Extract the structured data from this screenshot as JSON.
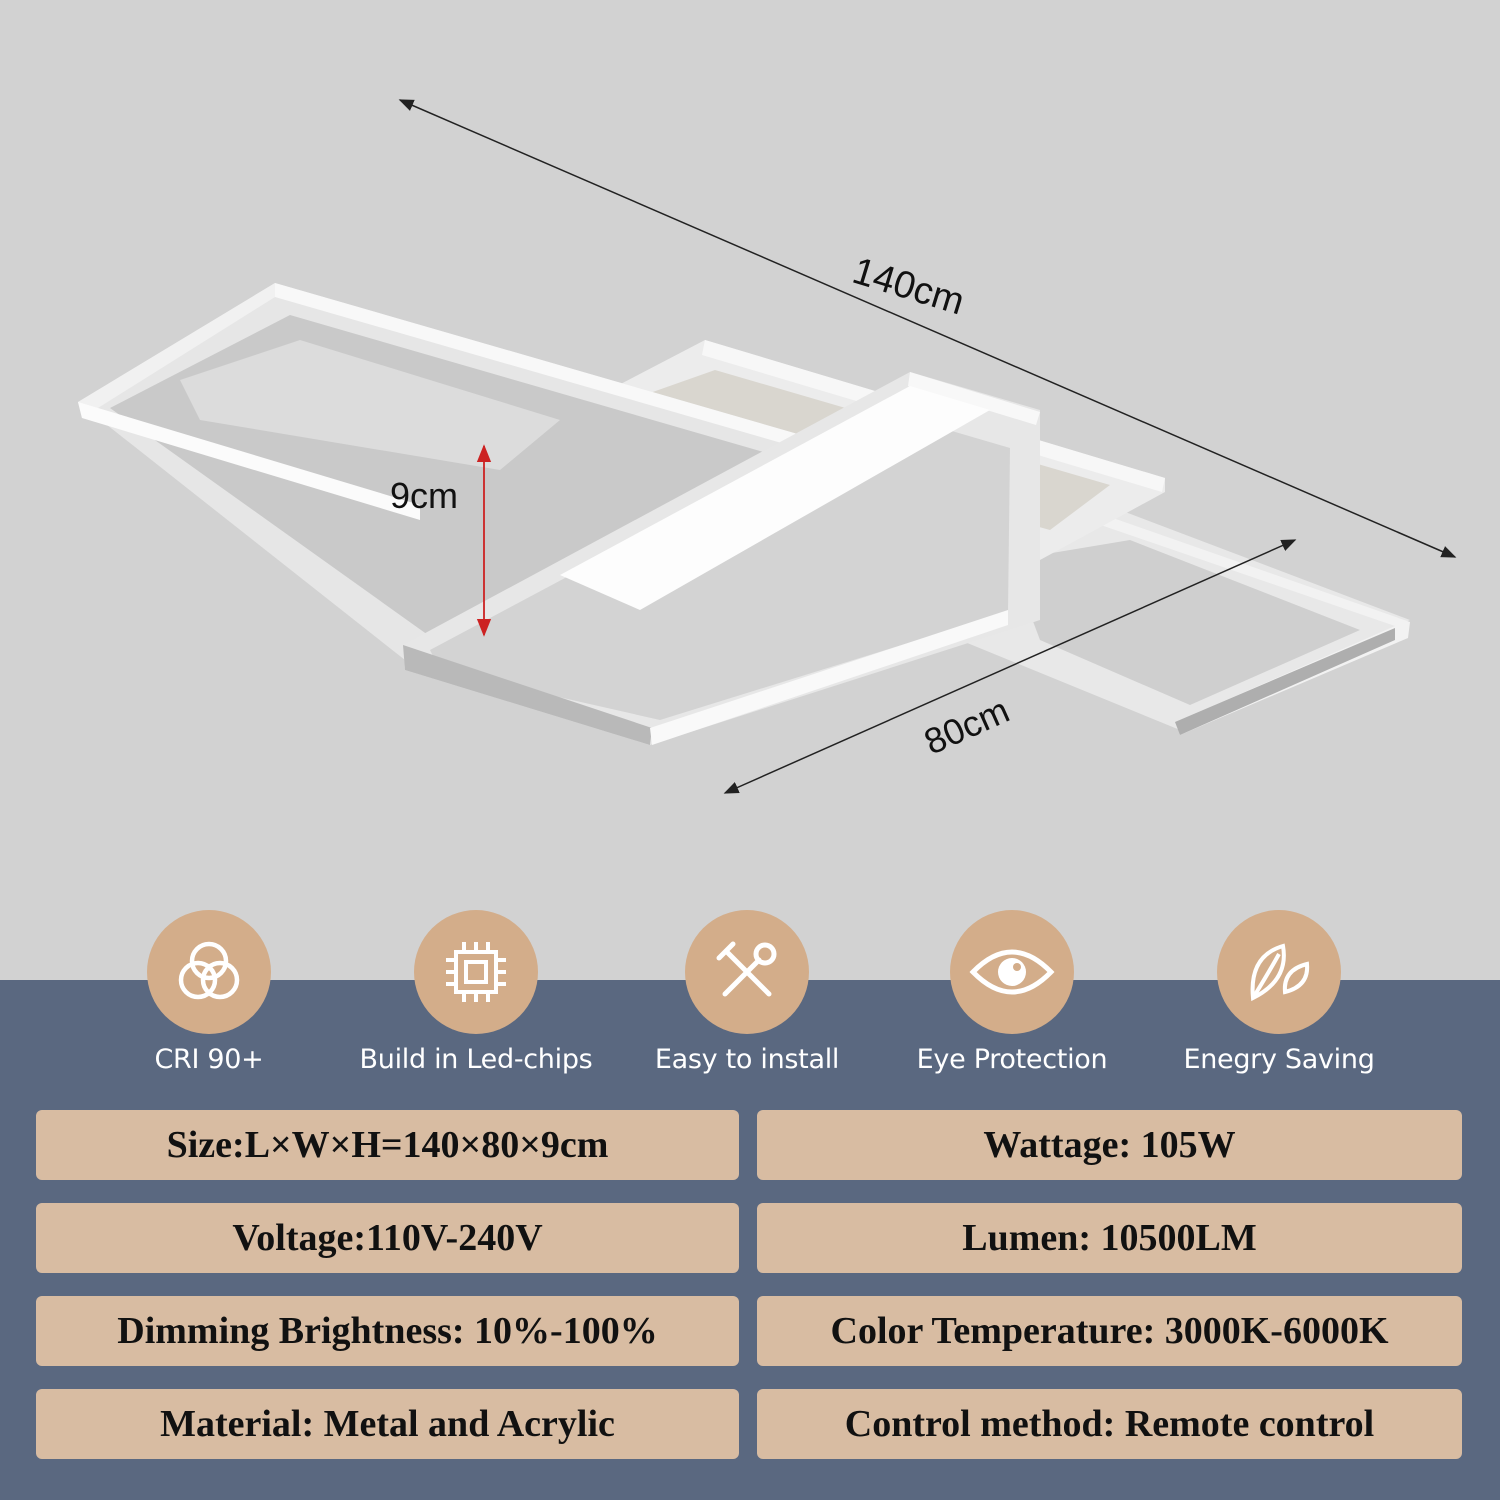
{
  "dimensions": {
    "length": "140cm",
    "width": "80cm",
    "height": "9cm"
  },
  "features": [
    {
      "icon": "color-circles-icon",
      "label": "CRI 90+"
    },
    {
      "icon": "chip-icon",
      "label": "Build in Led-chips"
    },
    {
      "icon": "tools-icon",
      "label": "Easy to install"
    },
    {
      "icon": "eye-icon",
      "label": "Eye Protection"
    },
    {
      "icon": "leaf-icon",
      "label": "Enegry Saving"
    }
  ],
  "specs": [
    "Size:L×W×H=140×80×9cm",
    "Wattage: 105W",
    "Voltage:110V-240V",
    "Lumen: 10500LM",
    "Dimming Brightness: 10%-100%",
    "Color Temperature: 3000K-6000K",
    "Material: Metal and Acrylic",
    "Control method: Remote control"
  ],
  "colors": {
    "upper_background": "#d2d2d2",
    "lower_background": "#5a6880",
    "badge": "#d3ad8a",
    "spec_box": "#d8bca2",
    "height_arrow": "#cc2222"
  }
}
